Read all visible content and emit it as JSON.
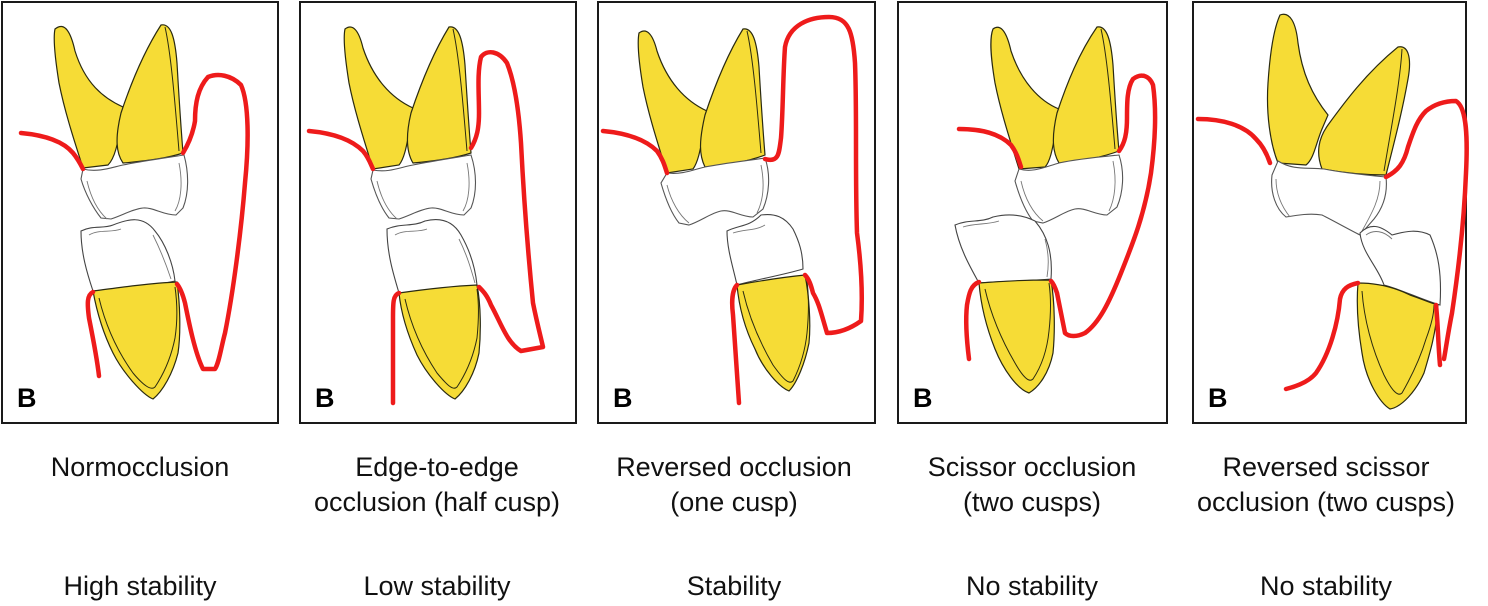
{
  "figure": {
    "colors": {
      "tooth_fill": "#F6DC36",
      "tooth_outline": "#3a3a1a",
      "gum_line": "#EE1B1B",
      "crown_outline": "#555555",
      "frame": "#1a1a1a"
    },
    "panels": [
      {
        "letter": "B",
        "name": "Normocclusion",
        "caption_lines": [
          "Normocclusion"
        ],
        "stability": "High stability"
      },
      {
        "letter": "B",
        "name": "Edge-to-edge occlusion (half cusp)",
        "caption_lines": [
          "Edge-to-edge",
          "occlusion (half cusp)"
        ],
        "stability": "Low stability"
      },
      {
        "letter": "B",
        "name": "Reversed occlusion (one cusp)",
        "caption_lines": [
          "Reversed occlusion",
          "(one cusp)"
        ],
        "stability": "Stability"
      },
      {
        "letter": "B",
        "name": "Scissor occlusion (two cusps)",
        "caption_lines": [
          "Scissor occlusion",
          "(two cusps)"
        ],
        "stability": "No stability"
      },
      {
        "letter": "B",
        "name": "Reversed scissor occlusion (two cusps)",
        "caption_lines": [
          "Reversed scissor",
          "occlusion (two cusps)"
        ],
        "stability": "No stability"
      }
    ]
  }
}
